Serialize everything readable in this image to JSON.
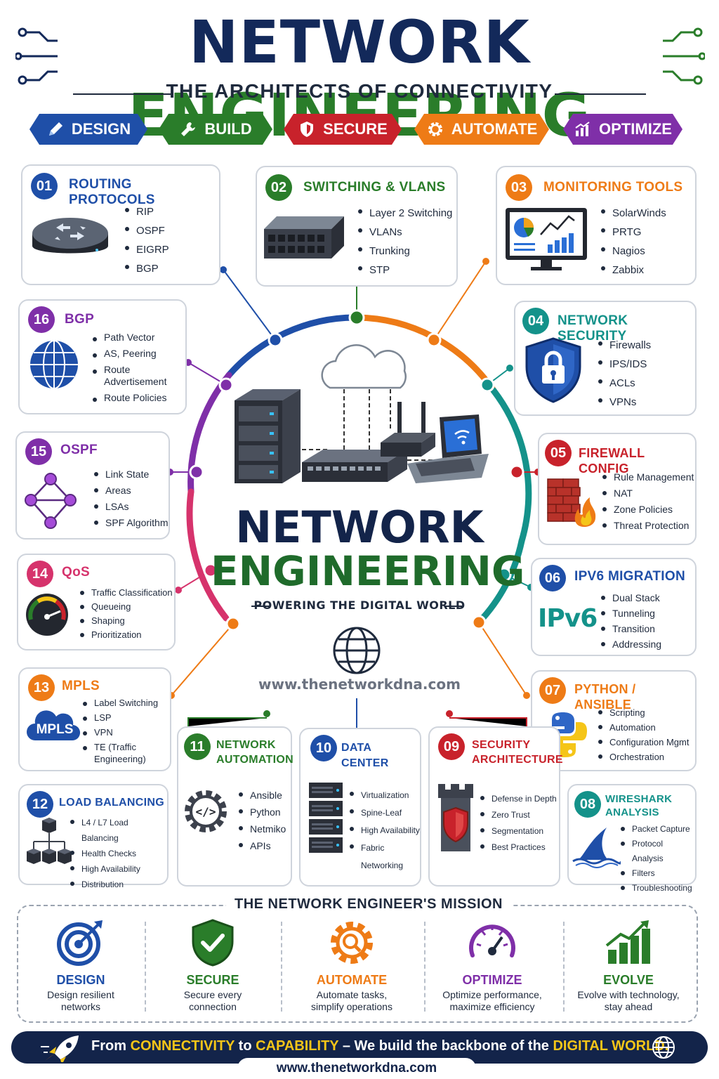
{
  "header": {
    "title_a": "NETWORK",
    "title_b": "ENGINEERING",
    "subtitle": "THE ARCHITECTS OF CONNECTIVITY"
  },
  "pills": [
    {
      "label": "DESIGN",
      "color": "#1f4fa8",
      "icon": "pencil-icon"
    },
    {
      "label": "BUILD",
      "color": "#2a7d2a",
      "icon": "wrench-icon"
    },
    {
      "label": "SECURE",
      "color": "#c8222b",
      "icon": "shield-icon"
    },
    {
      "label": "AUTOMATE",
      "color": "#ee7b16",
      "icon": "gear-icon"
    },
    {
      "label": "OPTIMIZE",
      "color": "#7f2fa8",
      "icon": "bar-chart-icon"
    }
  ],
  "cards": {
    "c01": {
      "num": "01",
      "title": "ROUTING PROTOCOLS",
      "color": "#1f4fa8",
      "items": [
        "RIP",
        "OSPF",
        "EIGRP",
        "BGP"
      ]
    },
    "c02": {
      "num": "02",
      "title": "SWITCHING & VLANS",
      "color": "#2a7d2a",
      "items": [
        "Layer 2 Switching",
        "VLANs",
        "Trunking",
        "STP"
      ]
    },
    "c03": {
      "num": "03",
      "title": "MONITORING TOOLS",
      "color": "#ee7b16",
      "items": [
        "SolarWinds",
        "PRTG",
        "Nagios",
        "Zabbix"
      ]
    },
    "c04": {
      "num": "04",
      "title": "NETWORK SECURITY",
      "color": "#14928a",
      "items": [
        "Firewalls",
        "IPS/IDS",
        "ACLs",
        "VPNs"
      ]
    },
    "c05": {
      "num": "05",
      "title": "FIREWALL CONFIG",
      "color": "#c8222b",
      "items": [
        "Rule Management",
        "NAT",
        "Zone Policies",
        "Threat Protection"
      ]
    },
    "c06": {
      "num": "06",
      "title": "IPV6 MIGRATION",
      "color": "#1f4fa8",
      "items": [
        "Dual Stack",
        "Tunneling",
        "Transition",
        "Addressing"
      ],
      "logo": "IPv6"
    },
    "c07": {
      "num": "07",
      "title": "PYTHON / ANSIBLE",
      "color": "#ee7b16",
      "items": [
        "Scripting",
        "Automation",
        "Configuration Mgmt",
        "Orchestration"
      ]
    },
    "c08": {
      "num": "08",
      "title_a": "WIRESHARK",
      "title_b": "ANALYSIS",
      "color": "#14928a",
      "items": [
        "Packet Capture",
        "Protocol Analysis",
        "Filters",
        "Troubleshooting"
      ]
    },
    "c09": {
      "num": "09",
      "title_a": "SECURITY",
      "title_b": "ARCHITECTURE",
      "color": "#c8222b",
      "items": [
        "Defense in Depth",
        "Zero Trust",
        "Segmentation",
        "Best Practices"
      ]
    },
    "c10": {
      "num": "10",
      "title": "DATA CENTER",
      "color": "#1f4fa8",
      "items": [
        "Virtualization",
        "Spine-Leaf",
        "High Availability",
        "Fabric Networking"
      ]
    },
    "c11": {
      "num": "11",
      "title_a": "NETWORK",
      "title_b": "AUTOMATION",
      "color": "#2a7d2a",
      "items": [
        "Ansible",
        "Python",
        "Netmiko",
        "APIs"
      ]
    },
    "c12": {
      "num": "12",
      "title": "LOAD BALANCING",
      "color": "#1f4fa8",
      "items": [
        "L4 / L7 Load Balancing",
        "Health Checks",
        "High Availability",
        "Distribution"
      ]
    },
    "c13": {
      "num": "13",
      "title": "MPLS",
      "color": "#ee7b16",
      "items": [
        "Label Switching",
        "LSP",
        "VPN",
        "TE (Traffic Engineering)"
      ],
      "logo": "MPLS"
    },
    "c14": {
      "num": "14",
      "title": "QoS",
      "color": "#d6336c",
      "items": [
        "Traffic Classification",
        "Queueing",
        "Shaping",
        "Prioritization"
      ]
    },
    "c15": {
      "num": "15",
      "title": "OSPF",
      "color": "#7f2fa8",
      "items": [
        "Link State",
        "Areas",
        "LSAs",
        "SPF Algorithm"
      ]
    },
    "c16": {
      "num": "16",
      "title": "BGP",
      "color": "#7f2fa8",
      "items": [
        "Path Vector",
        "AS, Peering",
        "Route Advertisement",
        "Route Policies"
      ]
    }
  },
  "center": {
    "title_a": "NETWORK",
    "title_b": "ENGINEERING",
    "tagline": "POWERING THE DIGITAL WORLD",
    "url": "www.thenetworkdna.com"
  },
  "mission": {
    "title": "THE NETWORK ENGINEER'S MISSION",
    "items": [
      {
        "title": "DESIGN",
        "desc_a": "Design resilient",
        "desc_b": "networks",
        "color": "#1f4fa8",
        "icon": "target-icon"
      },
      {
        "title": "SECURE",
        "desc_a": "Secure every",
        "desc_b": "connection",
        "color": "#2a7d2a",
        "icon": "shield-check-icon"
      },
      {
        "title": "AUTOMATE",
        "desc_a": "Automate tasks,",
        "desc_b": "simplify operations",
        "color": "#ee7b16",
        "icon": "gear-search-icon"
      },
      {
        "title": "OPTIMIZE",
        "desc_a": "Optimize performance,",
        "desc_b": "maximize efficiency",
        "color": "#7f2fa8",
        "icon": "speedometer-icon"
      },
      {
        "title": "EVOLVE",
        "desc_a": "Evolve with technology,",
        "desc_b": "stay ahead",
        "color": "#2a7d2a",
        "icon": "growth-chart-icon"
      }
    ]
  },
  "footer": {
    "p1": "From ",
    "h1": "CONNECTIVITY",
    "p2": " to ",
    "h2": "CAPABILITY",
    "p3": " – We build the backbone of the ",
    "h3": "DIGITAL WORLD.",
    "url": "www.thenetworkdna.com",
    "highlight": "#f5c518"
  }
}
